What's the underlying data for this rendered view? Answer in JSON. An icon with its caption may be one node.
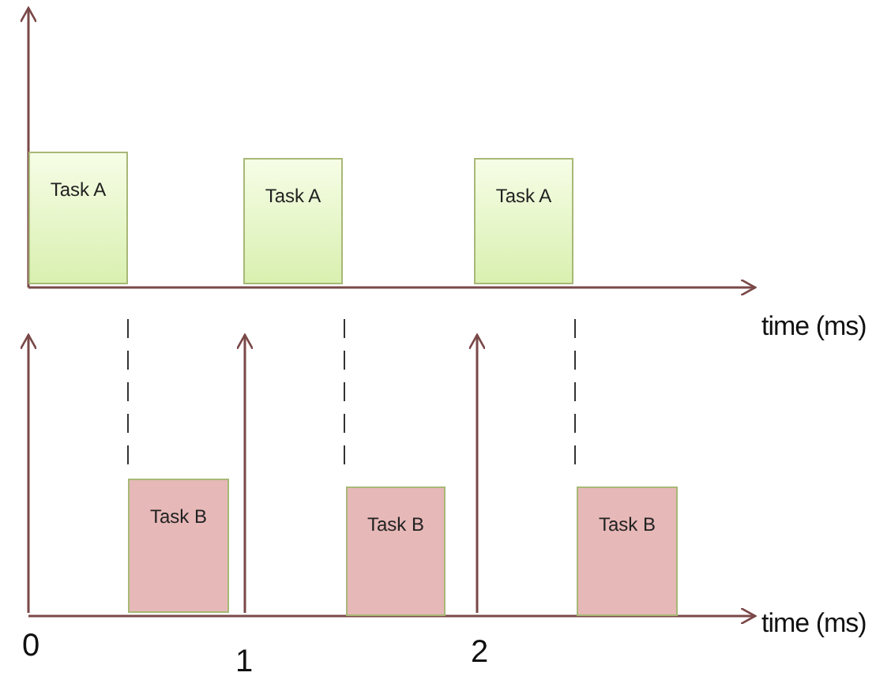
{
  "diagram": {
    "nodes": [
      {
        "text": [
          "Task A"
        ]
      },
      {
        "text": [
          "Task A"
        ]
      },
      {
        "text": [
          "Task A"
        ]
      },
      {
        "text": [
          "Task B"
        ]
      },
      {
        "text": [
          "Task B"
        ]
      },
      {
        "text": [
          "Task B"
        ]
      }
    ],
    "labels": [
      "time (ms)",
      "time (ms)",
      "0",
      "1",
      "2"
    ]
  }
}
